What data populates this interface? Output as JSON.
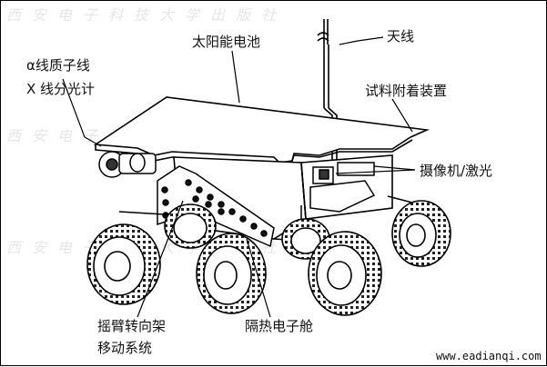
{
  "watermark": {
    "text": "西安电子科技大学出版社"
  },
  "labels": {
    "solar_panel": "太阳能电池",
    "antenna": "天线",
    "alpha_line1": "α线质子线",
    "alpha_line2": "X 线分光计",
    "sample_device": "试料附着装置",
    "camera_laser": "摄像机/激光",
    "rocker_line1": "摇臂转向架",
    "rocker_line2": "移动系统",
    "electronics_box": "隔热电子舱"
  },
  "source_url": "www.eadianqi.com"
}
